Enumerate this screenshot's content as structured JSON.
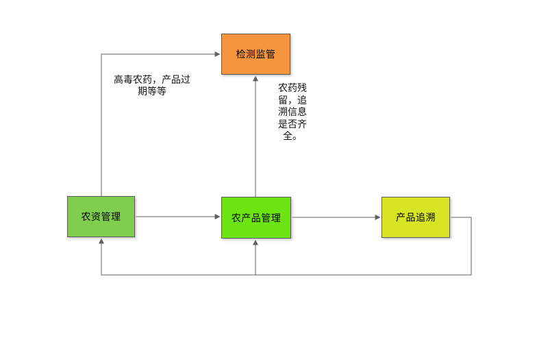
{
  "diagram": {
    "nodes": [
      {
        "id": "inspection",
        "label": "检测监管",
        "fill": "#F7943E"
      },
      {
        "id": "materials",
        "label": "农资管理",
        "fill": "#7FCE4E"
      },
      {
        "id": "products",
        "label": "农产品管理",
        "fill": "#6DE513"
      },
      {
        "id": "trace",
        "label": "产品追溯",
        "fill": "#D7E523"
      }
    ],
    "annotations": [
      {
        "id": "toxic",
        "text": "高毒农药，产品过期等等",
        "lines": [
          "高毒农药，产品过",
          "期等等"
        ]
      },
      {
        "id": "residue",
        "text": "农药残留，追溯信息是否齐全。",
        "lines": [
          "农药残",
          "留，追",
          "溯信息",
          "是否齐",
          "全。"
        ]
      }
    ],
    "colors": {
      "connector": "#606060",
      "background": "#ffffff",
      "node_border": "#5a5a5a"
    }
  }
}
